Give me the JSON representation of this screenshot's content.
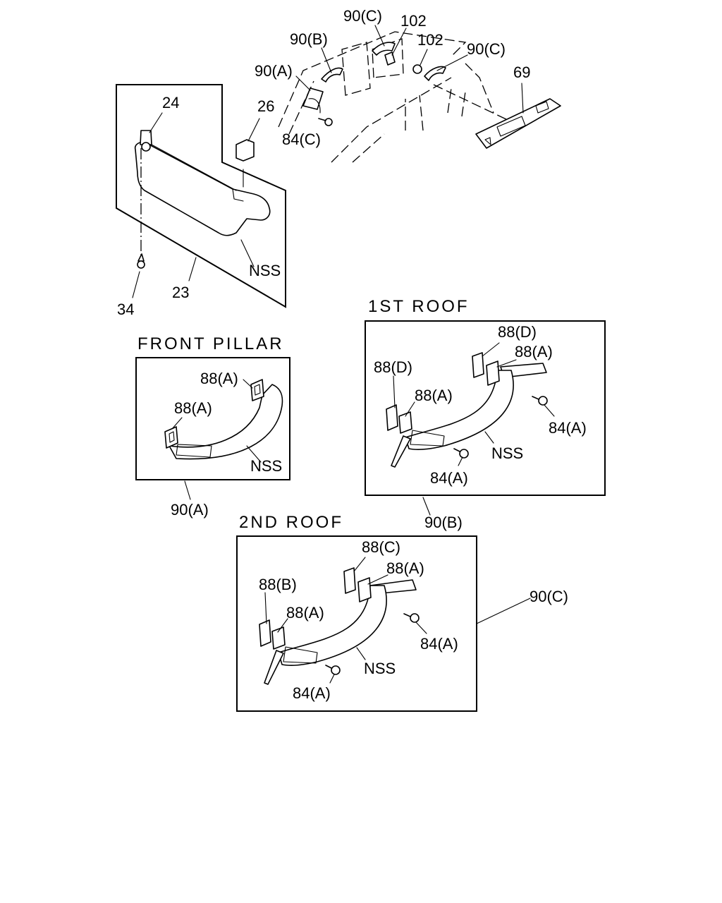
{
  "labels": {
    "l_90c_top": "90(C)",
    "l_102_a": "102",
    "l_102_b": "102",
    "l_90c_right": "90(C)",
    "l_90b_top": "90(B)",
    "l_90a_top": "90(A)",
    "l_69": "69",
    "l_24": "24",
    "l_26": "26",
    "l_84c": "84(C)",
    "l_nss_visor": "NSS",
    "l_34": "34",
    "l_23": "23"
  },
  "front_pillar": {
    "title": "FRONT PILLAR",
    "l_88a_1": "88(A)",
    "l_88a_2": "88(A)",
    "l_nss": "NSS",
    "callout": "90(A)"
  },
  "first_roof": {
    "title": "1ST ROOF",
    "l_88d_1": "88(D)",
    "l_88a_1": "88(A)",
    "l_88d_2": "88(D)",
    "l_88a_2": "88(A)",
    "l_84a_1": "84(A)",
    "l_nss": "NSS",
    "l_84a_2": "84(A)",
    "callout": "90(B)"
  },
  "second_roof": {
    "title": "2ND ROOF",
    "l_88c": "88(C)",
    "l_88a_1": "88(A)",
    "l_88b": "88(B)",
    "l_88a_2": "88(A)",
    "l_84a_1": "84(A)",
    "l_nss": "NSS",
    "l_84a_2": "84(A)",
    "callout": "90(C)"
  }
}
